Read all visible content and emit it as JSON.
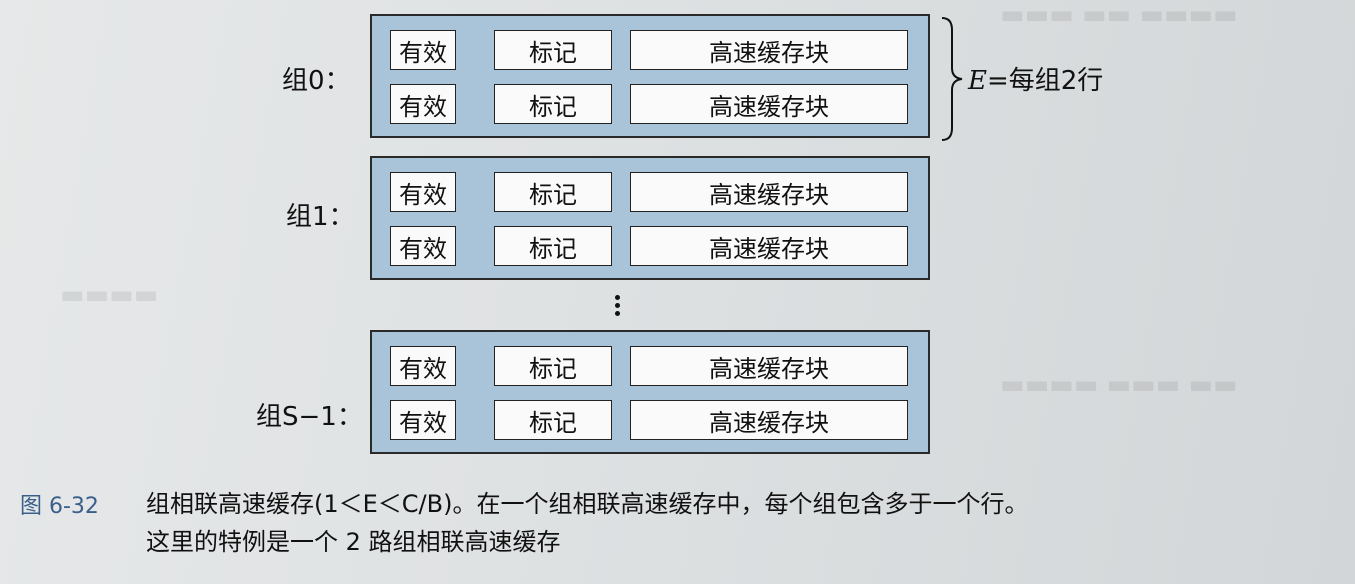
{
  "cell_labels": {
    "valid": "有效",
    "tag": "标记",
    "block": "高速缓存块"
  },
  "sets": [
    {
      "label": "组0：",
      "lines": 2
    },
    {
      "label": "组1：",
      "lines": 2
    },
    {
      "label": "组S−1：",
      "lines": 2
    }
  ],
  "lines_per_set_note": {
    "var": "E",
    "text": "=每组2行"
  },
  "ellipsis": "⋮",
  "figure": {
    "number": "图 6-32",
    "caption_line1": "组相联高速缓存(1＜E＜C/B)。在一个组相联高速缓存中，每个组包含多于一个行。",
    "caption_line2": "这里的特例是一个 2 路组相联高速缓存"
  },
  "colors": {
    "set_fill": "#a9c4d9",
    "cell_fill": "#fafafa",
    "figure_number": "#3a5f8a"
  }
}
